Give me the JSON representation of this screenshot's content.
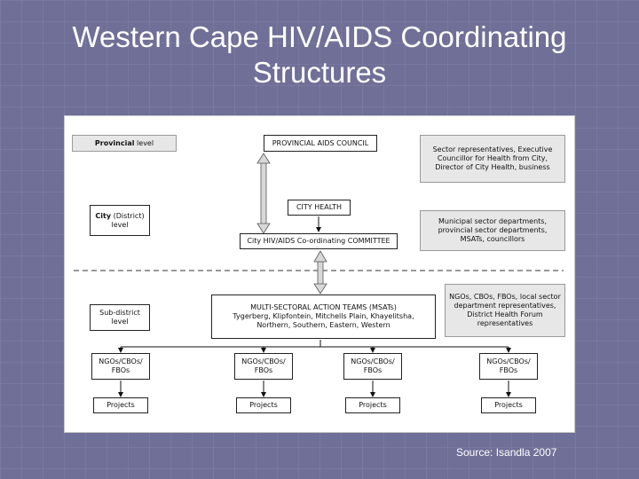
{
  "title_line1": "Western Cape HIV/AIDS Coordinating",
  "title_line2": "Structures",
  "source": "Source: Isandla 2007",
  "diagram": {
    "provincial_level": {
      "bold": "Provincial",
      "rest": " level"
    },
    "city_level": {
      "bold": "City",
      "rest": " (District)",
      "line2": "level"
    },
    "subdistrict_level": {
      "line1": "Sub-district",
      "line2": "level"
    },
    "provincial_aids_council": "PROVINCIAL AIDS COUNCIL",
    "sector_reps": [
      "Sector representatives, Executive",
      "Councillor for Health from City,",
      "Director of City Health, business"
    ],
    "city_health": "CITY HEALTH",
    "city_committee": "City HIV/AIDS Co-ordinating COMMITTEE",
    "municipal_sector": [
      "Municipal sector departments,",
      "provincial sector departments,",
      "MSATs, councillors"
    ],
    "msats": [
      "MULTI-SECTORAL ACTION TEAMS (MSATs)",
      "Tygerberg, Klipfontein, Mitchells Plain, Khayelitsha,",
      "Northern, Southern, Eastern, Western"
    ],
    "ngo_reps": [
      "NGOs, CBOs, FBOs, local sector",
      "department representatives,",
      "District Health Forum",
      "representatives"
    ],
    "ngo_label_line1": "NGOs/CBOs/",
    "ngo_label_line2": "FBOs",
    "projects": "Projects"
  }
}
